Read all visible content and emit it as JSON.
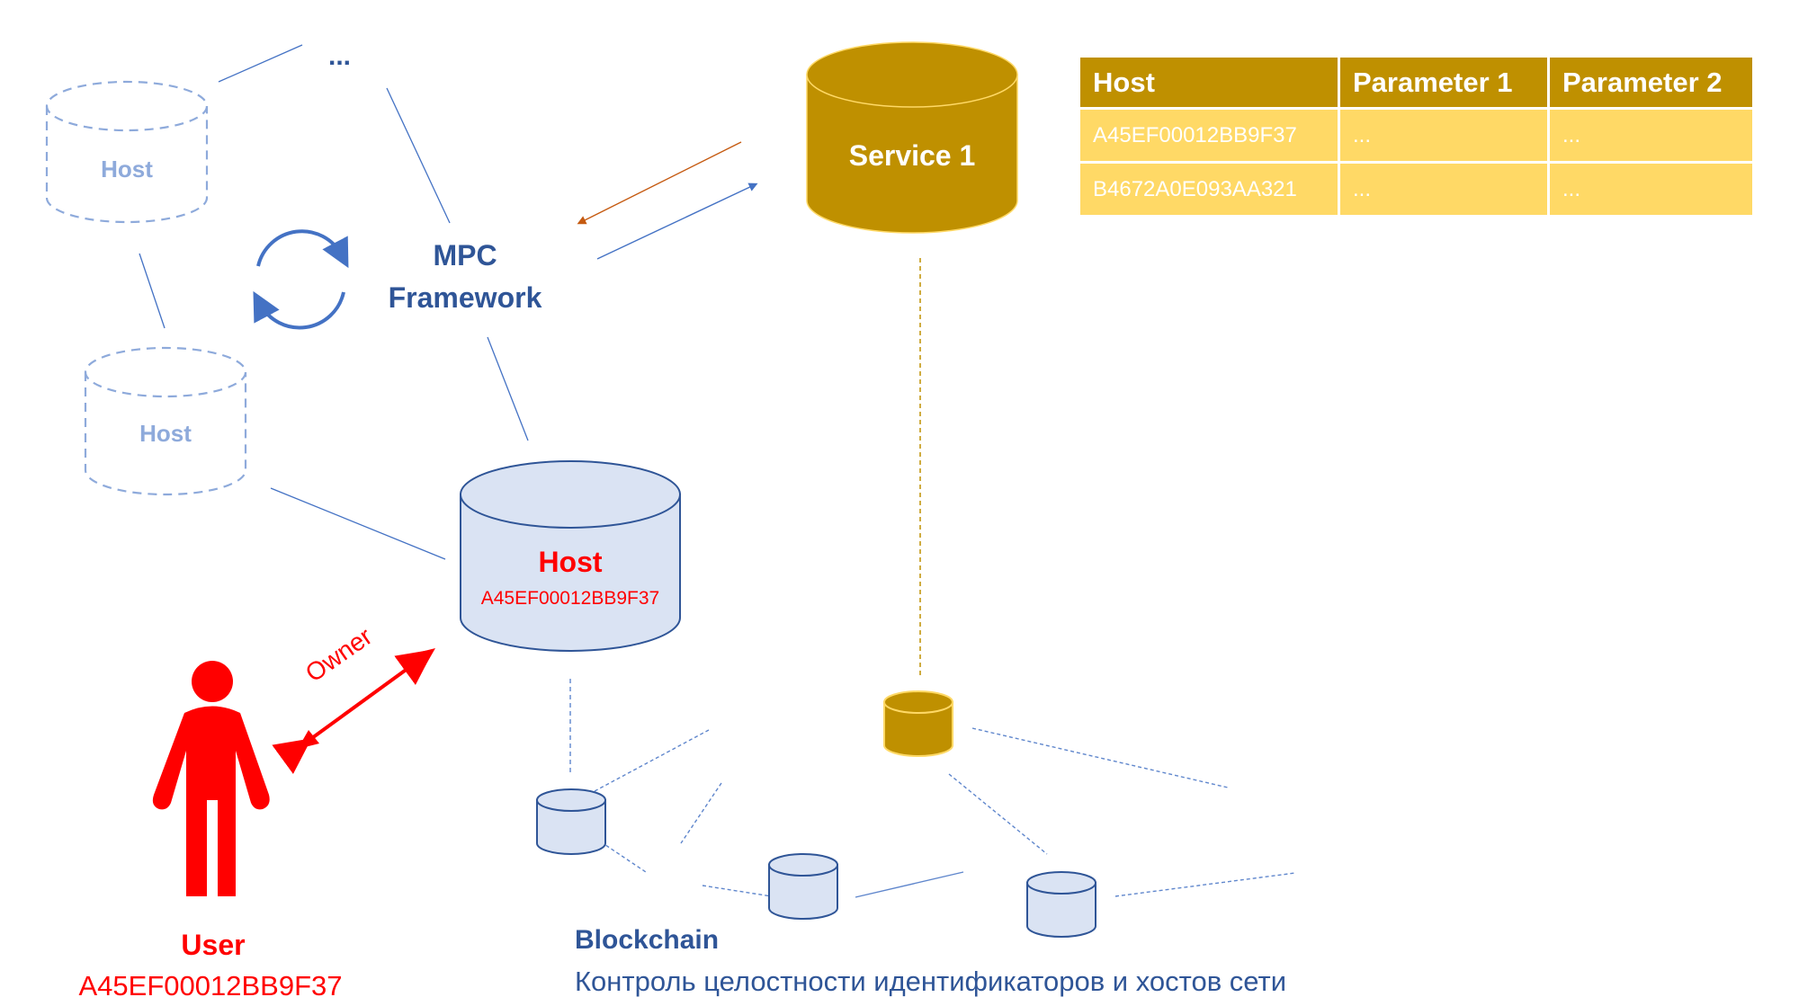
{
  "diagram": {
    "ghost_hosts": [
      {
        "label": "Host"
      },
      {
        "label": "Host"
      }
    ],
    "ellipsis": "...",
    "mpc": {
      "line1": "MPC",
      "line2": "Framework",
      "icon": "cycle-arrows-icon"
    },
    "service": {
      "label": "Service 1",
      "color": "#bf9000"
    },
    "main_host": {
      "label": "Host",
      "id": "A45EF00012BB9F37",
      "fill": "#dae3f3",
      "stroke": "#2f5597"
    },
    "owner_relation": {
      "label": "Owner",
      "color": "#ff0000"
    },
    "user": {
      "label": "User",
      "id": "A45EF00012BB9F37",
      "icon": "person-icon",
      "color": "#ff0000"
    },
    "blockchain": {
      "title": "Blockchain",
      "subtitle": "Контроль целостности идентификаторов и хостов сети"
    },
    "colors": {
      "accent_blue": "#2f5597",
      "line_blue": "#4472c4",
      "ghost_blue": "#8eaadb",
      "gold_dark": "#bf9000",
      "gold_light": "#ffd966",
      "arrow_orange": "#c55a11",
      "red": "#ff0000"
    }
  },
  "table": {
    "headers": [
      "Host",
      "Parameter 1",
      "Parameter 2"
    ],
    "rows": [
      [
        "A45EF00012BB9F37",
        "...",
        "..."
      ],
      [
        "B4672A0E093AA321",
        "...",
        "..."
      ]
    ]
  }
}
